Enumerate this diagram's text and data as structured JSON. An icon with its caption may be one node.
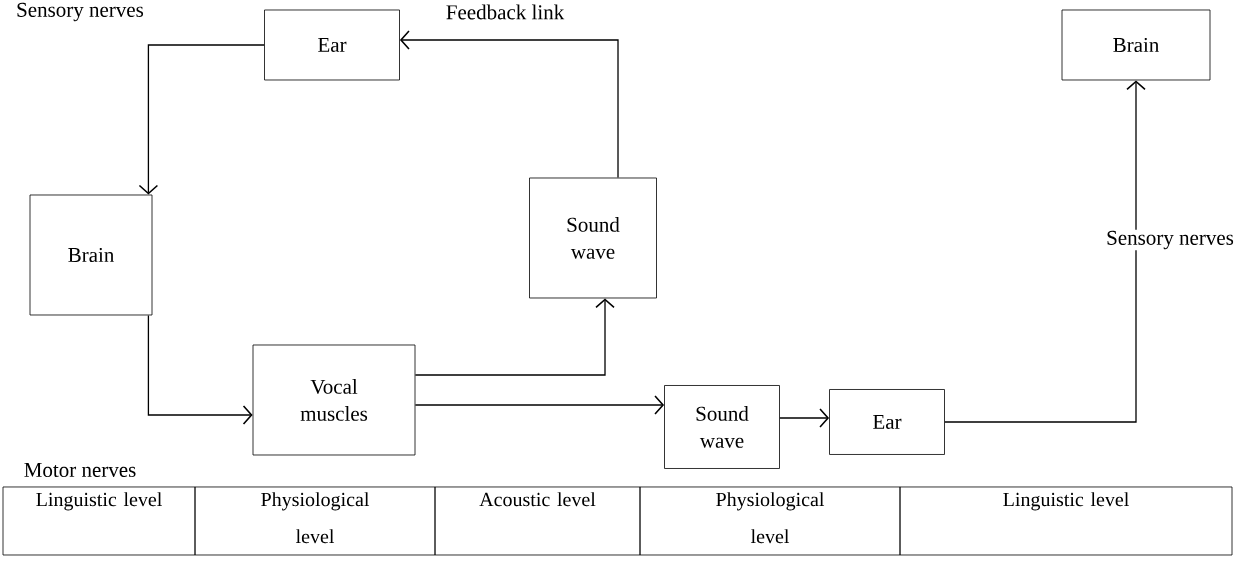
{
  "diagram": {
    "nodes": [
      {
        "text": [
          "Ear"
        ]
      },
      {
        "text": [
          "Brain"
        ]
      },
      {
        "text": [
          "Sound wave"
        ]
      },
      {
        "text": [
          "Vocal muscles"
        ]
      },
      {
        "text": [
          "Sound wave"
        ]
      },
      {
        "text": [
          "Ear"
        ]
      },
      {
        "text": [
          "Brain"
        ]
      }
    ],
    "edges": [
      {
        "from": 0,
        "to": 1,
        "arrow": "to",
        "label": "Sensory nerves"
      },
      {
        "from": 1,
        "to": 3,
        "arrow": "to",
        "label": "Motor nerves"
      },
      {
        "from": 3,
        "to": 2,
        "arrow": "to"
      },
      {
        "from": 2,
        "to": 0,
        "arrow": "to",
        "label": "Feedback link"
      },
      {
        "from": 3,
        "to": 4,
        "arrow": "to"
      },
      {
        "from": 4,
        "to": 5,
        "arrow": "to"
      },
      {
        "from": 5,
        "to": 6,
        "arrow": "to",
        "label": "Sensory nerves"
      }
    ],
    "labels": [
      "Linguistic level",
      "Physiological level",
      "Acoustic level",
      "Physiological level",
      "Linguistic level"
    ]
  }
}
